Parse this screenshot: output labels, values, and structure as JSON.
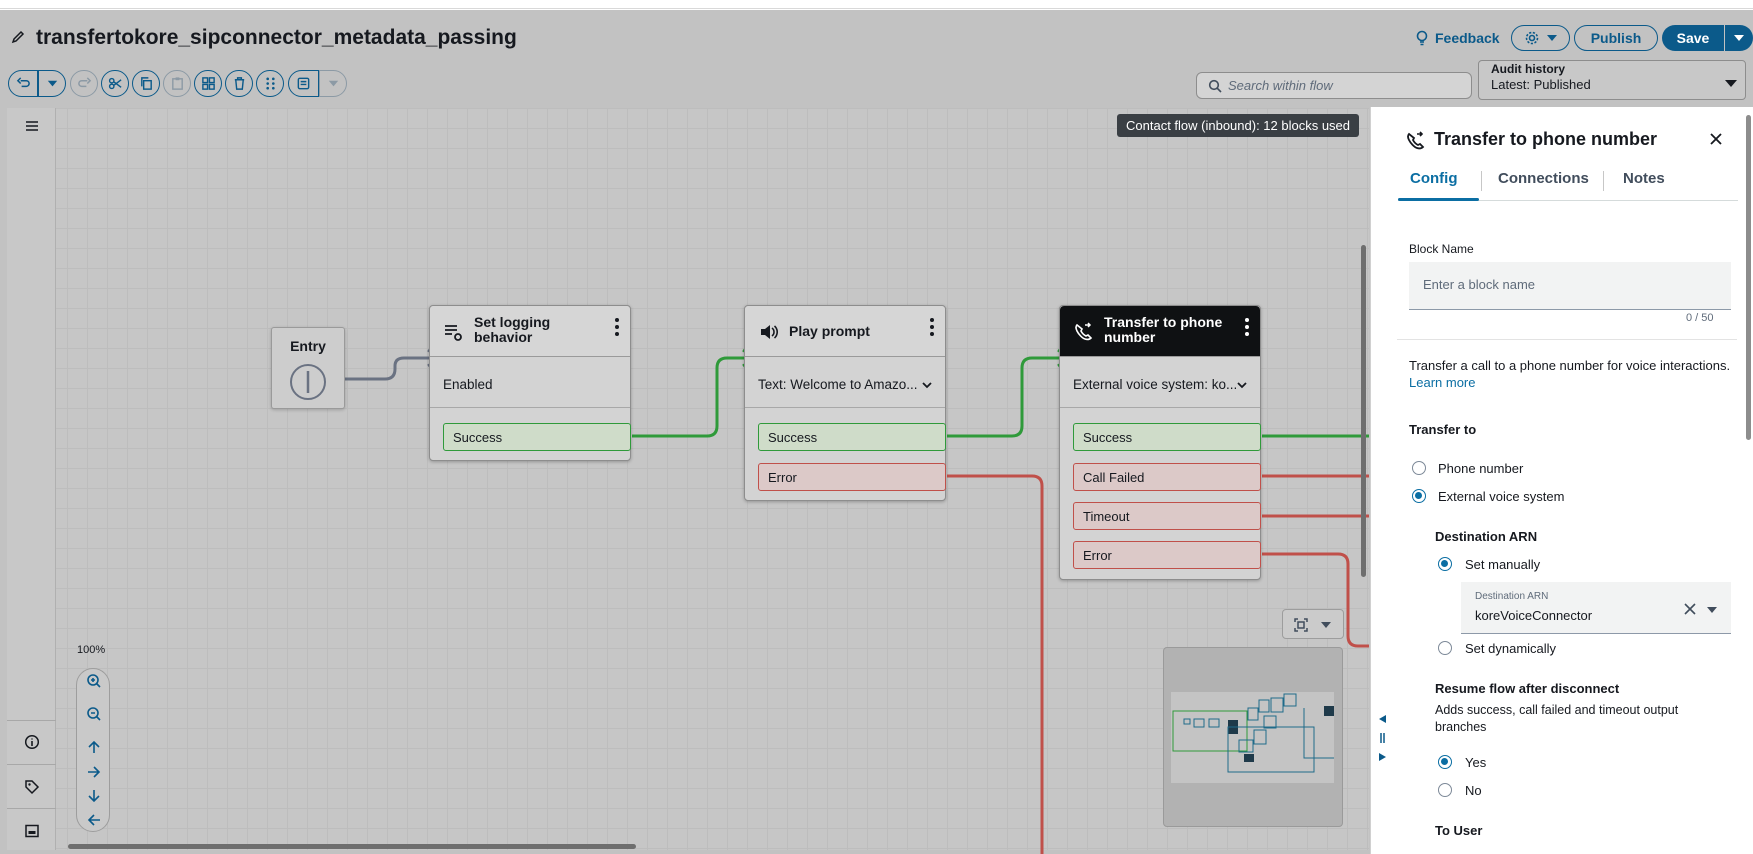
{
  "header": {
    "title": "transfertokore_sipconnector_metadata_passing",
    "feedback": "Feedback",
    "publish": "Publish",
    "save": "Save"
  },
  "toolbar": {
    "search_placeholder": "Search within flow",
    "audit_label": "Audit history",
    "audit_value": "Latest: Published"
  },
  "canvas": {
    "badge": "Contact flow (inbound): 12 blocks used",
    "zoom": "100%",
    "entry": "Entry",
    "blocks": [
      {
        "title_line1": "Set logging",
        "title_line2": "behavior",
        "body": "Enabled",
        "branches": [
          "Success"
        ]
      },
      {
        "title": "Play prompt",
        "body": "Text: Welcome to Amazo...",
        "branches": [
          "Success",
          "Error"
        ]
      },
      {
        "title_line1": "Transfer to phone",
        "title_line2": "number",
        "body": "External voice system: ko...",
        "branches": [
          "Success",
          "Call Failed",
          "Timeout",
          "Error"
        ]
      }
    ]
  },
  "panel": {
    "title": "Transfer to phone number",
    "tabs": [
      "Config",
      "Connections",
      "Notes"
    ],
    "block_name_label": "Block Name",
    "block_name_placeholder": "Enter a block name",
    "counter": "0 / 50",
    "description": "Transfer a call to a phone number for voice interactions.",
    "learn_more": "Learn more",
    "transfer_to_label": "Transfer to",
    "transfer_options": [
      "Phone number",
      "External voice system"
    ],
    "destination_arn_label": "Destination ARN",
    "set_manually": "Set manually",
    "arn_field_label": "Destination ARN",
    "arn_field_value": "koreVoiceConnector",
    "set_dynamically": "Set dynamically",
    "resume_label": "Resume flow after disconnect",
    "resume_desc": "Adds success, call failed and timeout output branches",
    "yes": "Yes",
    "no": "No",
    "to_user": "To User"
  },
  "colors": {
    "accent": "#0b5a8a",
    "success": "#2f9a3a",
    "error": "#c0504a"
  }
}
